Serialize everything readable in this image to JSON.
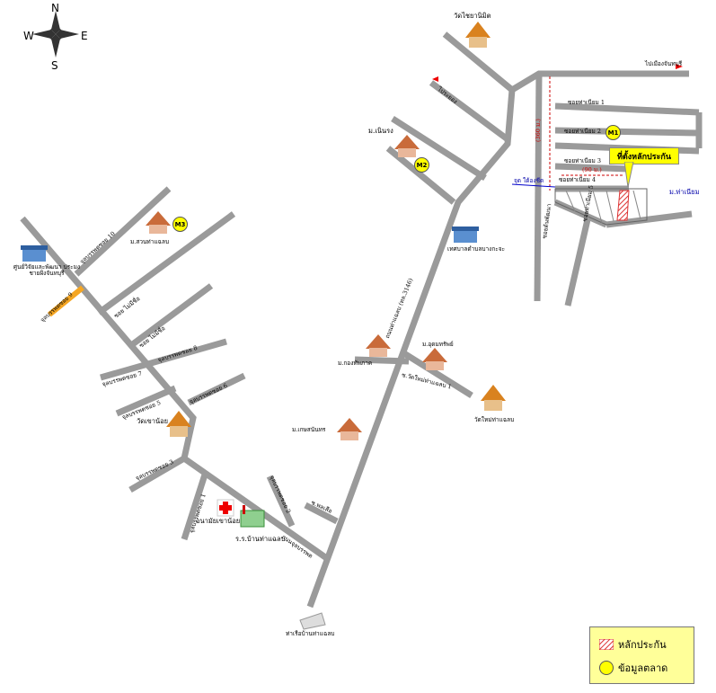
{
  "compass": {
    "n": "N",
    "s": "S",
    "e": "E",
    "w": "W"
  },
  "labels": {
    "wat_chai": "วัดไชยานิมิต",
    "to_chanthaburi": "ไปเมืองจันทบุรี",
    "to_rayong": "ไประยอง",
    "m_nernrang": "ม.เนินรง",
    "soi1": "ซอยท่าเนียม 1",
    "soi2": "ซอยท่าเนียม 2",
    "soi3": "ซอยท่าเนียม 3",
    "soi4": "ซอยท่าเนียม 4",
    "soi5": "ซอยท่าเนียม 5",
    "dist360": "(360 ม.)",
    "dist90": "(90 ม.)",
    "start_point": "จุด ใต้องชีด",
    "m_thanium": "ม.ท่าเนียม",
    "soi_tanphatthana": "ซอยต้นพัฒนา",
    "tesaban": "เทศบาลตำบลบางกะจะ",
    "road_3146": "ถนนท่าแฉลบ (ทล.3146)",
    "research_center": "ศูนย์วิจัยและพัฒนา ประมงชายฝั่งจันทบุรี",
    "m_suan": "ม.สวนท่าแฉลบ",
    "soi10": "จุลบรรพตซอย 10",
    "soi9": "จุลบรรพตซอย 9",
    "soi_mai_chue1": "ซอย ไม่มีชื่อ",
    "soi_mai_chue2": "ซอย ไม่มีชื่อ",
    "soi8": "จุลบรรพตซอย 8",
    "soi7": "จุลบรรพตซอย 7",
    "soi6": "จุลบรรพตซอย 6",
    "soi5b": "จุลบรรพตซอย 5",
    "soi3b": "จุลบรรพตซอย 3",
    "soi2b": "จุลบรรพตซอย 2",
    "soi1b": "จุลบรรพตซอย 1",
    "wat_khao_noi": "วัดเขาน้อย",
    "m_ukom": "ม.อุดมทรัพย์",
    "m_kong": "ม.กองทัพภาค",
    "wat_tha_road": "ซ.วัดใหม่ท่าแฉลบ 1",
    "wat_mai": "วัดใหม่ท่าแฉลบ",
    "m_kasan": "ม.เกษสนันทร",
    "soi_phatsue": "ซ.พลเสือ",
    "health": "อนามัยเขาน้อย",
    "school": "ร.ร.บ้านท่าแฉลบ",
    "chulabanphot_rd": "ถนนจุลบรรพต",
    "post": "ท่าเรือบ้านท่าแฉลบ"
  },
  "callout": "ที่ตั้งหลักประกัน",
  "markers": {
    "m1": "M1",
    "m2": "M2",
    "m3": "M3"
  },
  "legend": {
    "collateral": "หลักประกัน",
    "market": "ข้อมูลตลาด"
  }
}
